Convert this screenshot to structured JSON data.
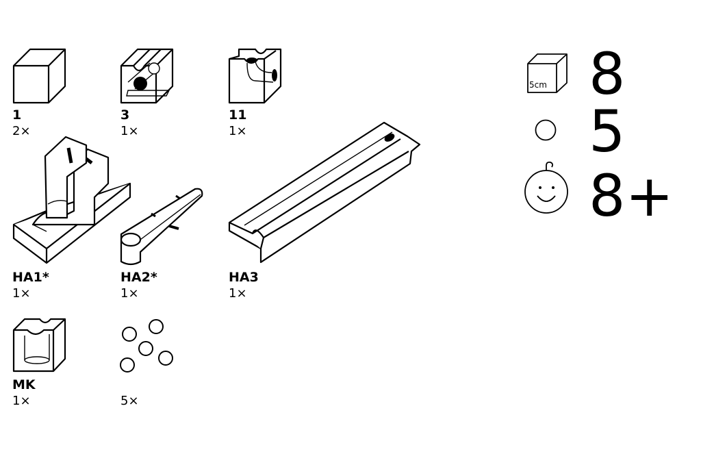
{
  "parts": [
    {
      "name": "1",
      "qty": "2×"
    },
    {
      "name": "3",
      "qty": "1×"
    },
    {
      "name": "11",
      "qty": "1×"
    },
    {
      "name": "HA1*",
      "qty": "1×"
    },
    {
      "name": "HA2*",
      "qty": "1×"
    },
    {
      "name": "HA3",
      "qty": "1×"
    },
    {
      "name": "MK",
      "qty": "1×"
    },
    {
      "name": "",
      "qty": "5×"
    }
  ],
  "info": {
    "cube_label": "5cm",
    "cube_count": "8",
    "ball_count": "5",
    "age": "8+"
  }
}
